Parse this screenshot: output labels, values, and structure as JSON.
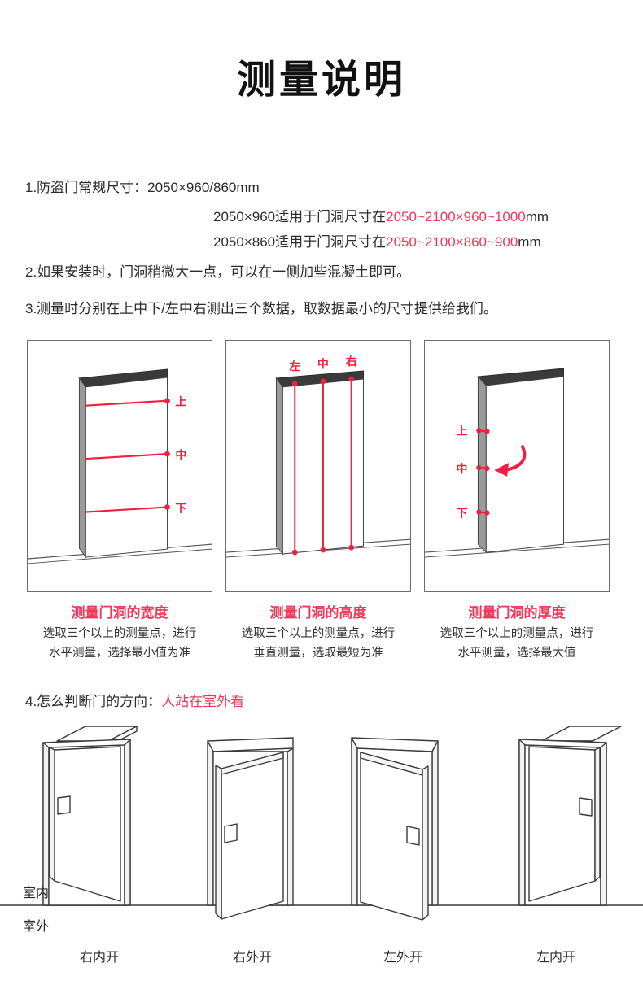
{
  "title": "测量说明",
  "colors": {
    "accent_red": "#f2385a",
    "text": "#2b2b2b",
    "frame_dark": "#3a3a3a",
    "frame_gray": "#9a9a9a",
    "outline": "#6d6d6d"
  },
  "notes": {
    "item1_main": "1.防盗门常规尺寸：2050×960/860mm",
    "item1_sub1_prefix": "2050×960适用于门洞尺寸在",
    "item1_sub1_red": "2050~2100×960~1000",
    "item1_sub1_suffix": "mm",
    "item1_sub2_prefix": "2050×860适用于门洞尺寸在",
    "item1_sub2_red": "2050~2100×860~900",
    "item1_sub2_suffix": "mm",
    "item2": "2.如果安装时，门洞稍微大一点，可以在一侧加些混凝土即可。",
    "item3": "3.测量时分别在上中下/左中右测出三个数据，取数据最小的尺寸提供给我们。",
    "item4_prefix": "4.怎么判断门的方向：",
    "item4_red": "人站在室外看"
  },
  "panels": [
    {
      "name": "width-panel",
      "marks": [
        "上",
        "中",
        "下"
      ],
      "caption_title": "测量门洞的宽度",
      "caption_line1": "选取三个以上的测量点，进行",
      "caption_line2": "水平测量，选择最小值为准"
    },
    {
      "name": "height-panel",
      "marks": [
        "左",
        "中",
        "右"
      ],
      "caption_title": "测量门洞的高度",
      "caption_line1": "选取三个以上的测量点，进行",
      "caption_line2": "垂直测量，选取最短为准"
    },
    {
      "name": "thickness-panel",
      "marks": [
        "上",
        "中",
        "下"
      ],
      "caption_title": "测量门洞的厚度",
      "caption_line1": "选取三个以上的测量点，进行",
      "caption_line2": "水平测量，选择最大值"
    }
  ],
  "door_section": {
    "indoor_label": "室内",
    "outdoor_label": "室外",
    "doors": [
      {
        "label": "右内开"
      },
      {
        "label": "右外开"
      },
      {
        "label": "左外开"
      },
      {
        "label": "左内开"
      }
    ]
  }
}
